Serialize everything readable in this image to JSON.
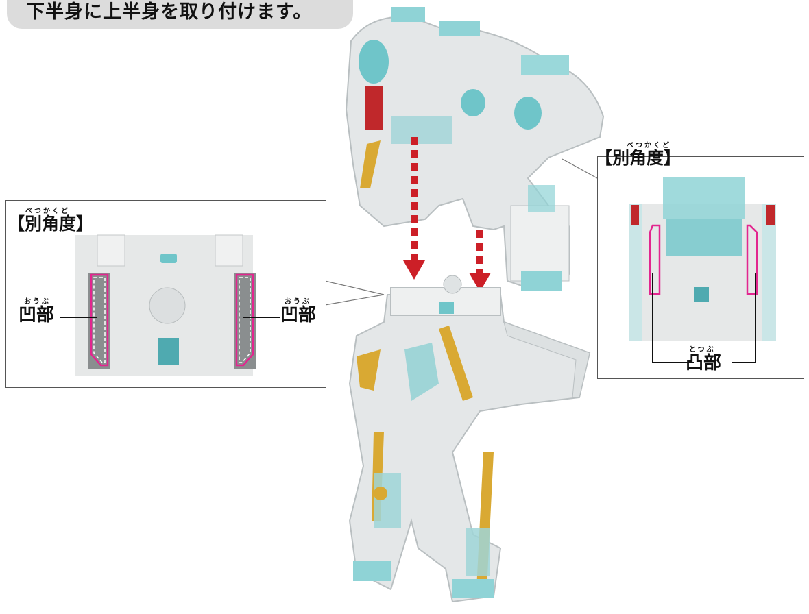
{
  "banner": {
    "text": "下半身に上半身を取り付けます。"
  },
  "left_inset": {
    "heading": "【別角度】",
    "heading_ruby": "べつかくど",
    "label_left": "凹部",
    "label_left_ruby": "おうぶ",
    "label_right": "凹部",
    "label_right_ruby": "おうぶ"
  },
  "right_inset": {
    "heading": "【別角度】",
    "heading_ruby": "べつかくど",
    "label_bottom": "凸部",
    "label_bottom_ruby": "とつぶ"
  },
  "colors": {
    "robot_body": "#e4e7e8",
    "accent_teal": "#6fc5c9",
    "accent_gold": "#d9a933",
    "accent_red": "#c0282b",
    "arrow_red": "#cc1f27",
    "highlight_pink": "#e2268f"
  },
  "icons": [
    "down-arrow-icon",
    "down-arrow-icon"
  ]
}
